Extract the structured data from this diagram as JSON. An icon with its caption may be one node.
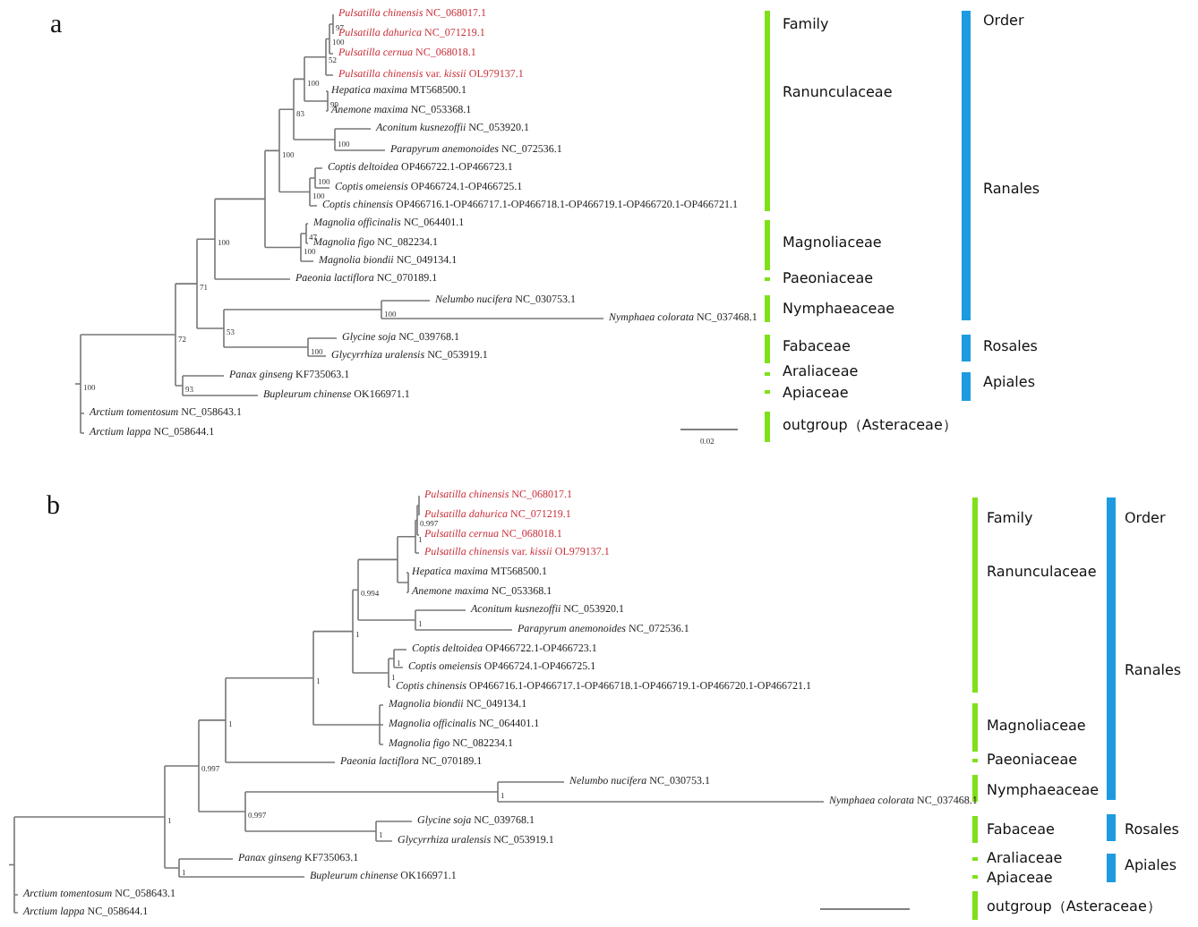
{
  "diagram": {
    "labels": [
      "a",
      "*Pulsatilla chinensis* NC_068017.1",
      "*Pulsatilla dahurica* NC_071219.1",
      "*Pulsatilla cernua* NC_068018.1",
      "*Pulsatilla chinensis* var. *kissii* OL979137.1",
      "*Hepatica maxima* MT568500.1",
      "*Anemone maxima* NC_053368.1",
      "*Aconitum kusnezoffii* NC_053920.1",
      "*Parapyrum anemonoides* NC_072536.1",
      "*Coptis deltoidea* OP466722.1-OP466723.1",
      "*Coptis omeiensis* OP466724.1-OP466725.1",
      "*Coptis chinensis* OP466716.1-OP466717.1-OP466718.1-OP466719.1-OP466720.1-OP466721.1",
      "*Magnolia officinalis* NC_064401.1",
      "*Magnolia figo* NC_082234.1",
      "*Magnolia biondii* NC_049134.1",
      "*Paeonia lactiflora* NC_070189.1",
      "*Nelumbo nucifera* NC_030753.1",
      "*Nymphaea colorata* NC_037468.1",
      "*Glycine soja* NC_039768.1",
      "*Glycyrrhiza uralensis* NC_053919.1",
      "*Panax ginseng* KF735063.1",
      "*Bupleurum chinense* OK166971.1",
      "*Arctium tomentosum* NC_058643.1",
      "*Arctium lappa* NC_058644.1",
      "97",
      "100",
      "52",
      "100",
      "99",
      "83",
      "100",
      "100",
      "100",
      "100",
      "47",
      "100",
      "100",
      "71",
      "100",
      "53",
      "72",
      "100",
      "93",
      "100",
      "0.02",
      "Family",
      "Ranunculaceae",
      "Magnoliaceae",
      "Paeoniaceae",
      "Nymphaeaceae",
      "Fabaceae",
      "Araliaceae",
      "Apiaceae",
      "outgroup（Asteraceae）",
      "Order",
      "Ranales",
      "Rosales",
      "Apiales",
      "b",
      "*Pulsatilla chinensis* NC_068017.1",
      "*Pulsatilla dahurica* NC_071219.1",
      "*Pulsatilla cernua* NC_068018.1",
      "*Pulsatilla chinensis* var. *kissii* OL979137.1",
      "*Hepatica maxima* MT568500.1",
      "*Anemone maxima* NC_053368.1",
      "*Aconitum kusnezoffii* NC_053920.1",
      "*Parapyrum anemonoides* NC_072536.1",
      "*Coptis deltoidea* OP466722.1-OP466723.1",
      "*Coptis omeiensis* OP466724.1-OP466725.1",
      "*Coptis chinensis* OP466716.1-OP466717.1-OP466718.1-OP466719.1-OP466720.1-OP466721.1",
      "*Magnolia biondii* NC_049134.1",
      "*Magnolia officinalis* NC_064401.1",
      "*Magnolia figo* NC_082234.1",
      "*Paeonia lactiflora* NC_070189.1",
      "*Nelumbo nucifera* NC_030753.1",
      "*Nymphaea colorata* NC_037468.1",
      "*Glycine soja* NC_039768.1",
      "*Glycyrrhiza uralensis* NC_053919.1",
      "*Panax ginseng* KF735063.1",
      "*Bupleurum chinense* OK166971.1",
      "*Arctium tomentosum* NC_058643.1",
      "*Arctium lappa* NC_058644.1",
      "0.997",
      "1",
      "0.994",
      "1",
      "1",
      "1",
      "1",
      "1",
      "1",
      "0.997",
      "1",
      "0.997",
      "1",
      "1",
      "1",
      "Family",
      "Ranunculaceae",
      "Magnoliaceae",
      "Paeoniaceae",
      "Nymphaeaceae",
      "Fabaceae",
      "Araliaceae",
      "Apiaceae",
      "outgroup（Asteraceae）",
      "Order",
      "Ranales",
      "Rosales",
      "Apiales"
    ]
  }
}
